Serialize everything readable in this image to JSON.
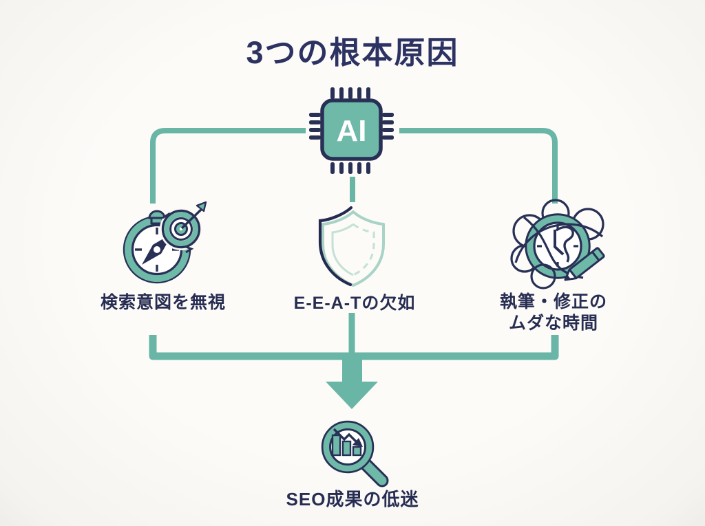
{
  "title": "3つの根本原因",
  "colors": {
    "navy": "#293056",
    "teal": "#69b6a6",
    "teal_light": "#abd6c9",
    "background": "#fbfaf6"
  },
  "ai_chip": {
    "icon": "ai-chip-icon",
    "label": "AI"
  },
  "causes": [
    {
      "icon": "compass-target-icon",
      "lines": [
        "検索意図を無視"
      ]
    },
    {
      "icon": "shield-icon",
      "lines": [
        "E-E-A-Tの欠如"
      ]
    },
    {
      "icon": "tangled-clock-pencil-icon",
      "lines": [
        "執筆・修正の",
        "ムダな時間"
      ]
    }
  ],
  "result": {
    "icon": "magnifier-declining-chart-icon",
    "lines": [
      "SEO成果の低迷"
    ]
  }
}
